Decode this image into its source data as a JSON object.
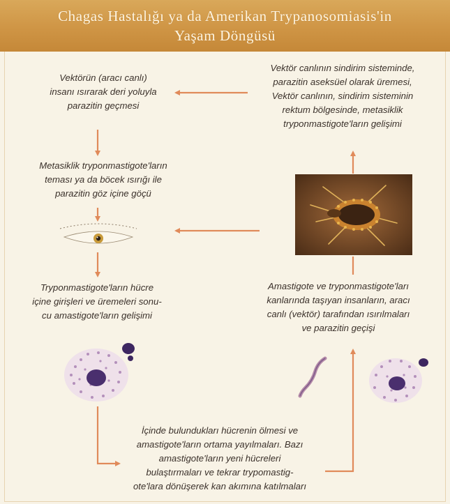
{
  "header": {
    "title_line1": "Chagas Hastalığı ya da Amerikan Trypanosomiasis'in",
    "title_line2": "Yaşam Döngüsü"
  },
  "steps": {
    "bite_transfer": {
      "lines": [
        "Vektörün (aracı canlı)",
        "insanı ısırarak deri yoluyla",
        "parazitin geçmesi"
      ]
    },
    "eye_contact": {
      "lines": [
        "Metasiklik tryponmastigote'ların",
        "teması ya da böcek ısırığı ile",
        "parazitin göz içine göçü"
      ]
    },
    "cell_entry": {
      "lines": [
        "Tryponmastigote'ların hücre",
        "içine girişleri ve üremeleri sonu-",
        "cu amastigote'ların gelişimi"
      ]
    },
    "cell_death": {
      "lines": [
        "İçinde bulundukları hücrenin ölmesi ve",
        "amastigote'ların ortama yayılmaları. Bazı",
        "amastigote'ların yeni hücreleri",
        "bulaştırmaları ve tekrar trypomastig-",
        "ote'lara dönüşerek kan akımına katılmaları"
      ]
    },
    "vector_bite": {
      "lines": [
        "Amastigote ve  tryponmastigote'ları",
        "kanlarında taşıyan insanların, aracı",
        "canlı (vektör) tarafından ısırılmaları",
        "ve parazitin geçişi"
      ]
    },
    "vector_digestion": {
      "lines": [
        "Vektör canlının sindirim sisteminde,",
        "parazitin aseksüel olarak üremesi,",
        "Vektör canlının, sindirim sisteminin",
        "rektum bölgesinde, metasiklik",
        "tryponmastigote'ların gelişimi"
      ]
    }
  },
  "images": {
    "eye": "eye-illustration",
    "bug": "triatomine-bug-photo",
    "cell_left": "infected-cell-micrograph",
    "cell_right": "infected-cell-micrograph",
    "trypanosome": "trypanosome-micrograph"
  },
  "colors": {
    "arrow": "#e08a5a",
    "header": "#cf9545",
    "text": "#3a302a",
    "background": "#f8f3e6"
  }
}
